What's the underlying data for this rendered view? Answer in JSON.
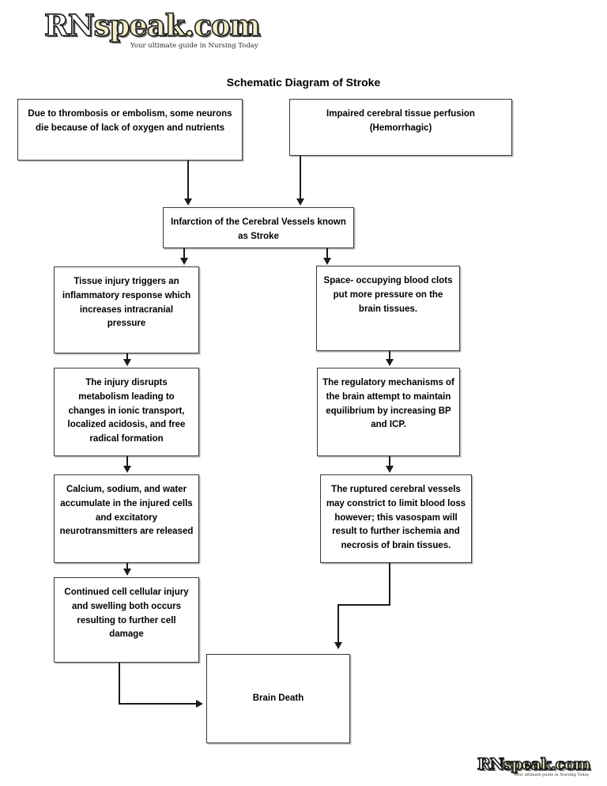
{
  "branding": {
    "wordmark_rn": "RN",
    "wordmark_speak": "speak.com",
    "tagline": "Your ultimate guide in Nursing Today",
    "accent_color": "#f2edc3",
    "outline_color": "#1a1a1a"
  },
  "diagram": {
    "title": "Schematic Diagram of Stroke",
    "nodes": {
      "ischemic_cause": "Due to thrombosis or embolism, some neurons die because of lack of oxygen and nutrients",
      "hemorrhagic_cause": "Impaired cerebral tissue perfusion (Hemorrhagic)",
      "infarction": "Infarction of the Cerebral Vessels known as Stroke",
      "left_1": "Tissue injury triggers an inflammatory response which increases intracranial pressure",
      "left_2": "The injury disrupts metabolism leading to changes in ionic transport, localized acidosis, and free radical formation",
      "left_3": "Calcium, sodium, and water accumulate in the injured cells and excitatory neurotransmitters are released",
      "left_4": "Continued cell cellular injury and swelling both occurs resulting to further cell damage",
      "right_1": "Space- occupying blood clots put more pressure on the brain tissues.",
      "right_2": "The regulatory mechanisms of the brain attempt to maintain equilibrium by increasing BP and ICP.",
      "right_3": "The ruptured cerebral vessels may constrict to limit blood loss however; this vasospam will result to further ischemia and necrosis of brain tissues.",
      "outcome": "Brain Death"
    }
  }
}
